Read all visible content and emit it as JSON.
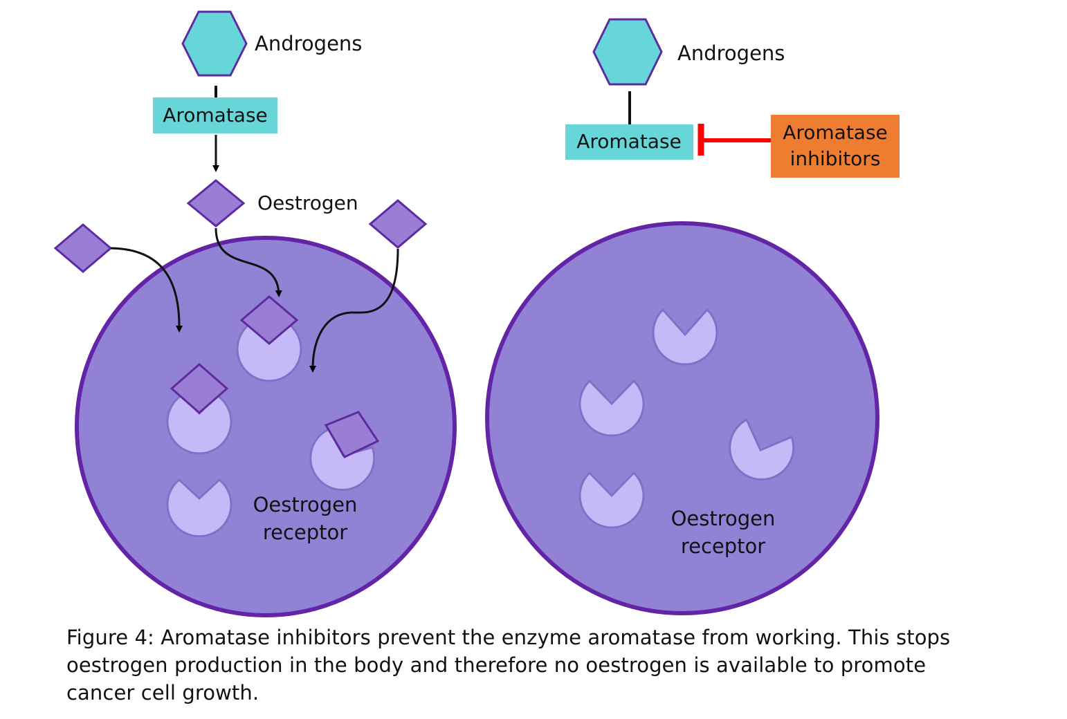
{
  "colors": {
    "cell_fill": "#9282d6",
    "cell_stroke": "#6325a6",
    "receptor_fill": "#c5baf7",
    "receptor_stroke": "#8170c8",
    "oestrogen_fill": "#9a7ed6",
    "oestrogen_stroke": "#5d2aa0",
    "hexagon_fill": "#66d6d8",
    "hexagon_stroke": "#5d2aa0",
    "aromatase_fill": "#66d6d8",
    "inhibitor_fill": "#ef7d31",
    "inhibition_bar": "#ff0000",
    "arrow": "#000000"
  },
  "left_panel": {
    "androgens_label": "Androgens",
    "aromatase_label": "Aromatase",
    "oestrogen_label": "Oestrogen",
    "receptor_label_line1": "Oestrogen",
    "receptor_label_line2": "receptor"
  },
  "right_panel": {
    "androgens_label": "Androgens",
    "aromatase_label": "Aromatase",
    "inhibitor_label_line1": "Aromatase",
    "inhibitor_label_line2": "inhibitors",
    "receptor_label_line1": "Oestrogen",
    "receptor_label_line2": "receptor"
  },
  "caption": {
    "line1": "Figure 4: Aromatase inhibitors prevent the enzyme aromatase from working. This stops",
    "line2": "oestrogen production in the body and therefore no oestrogen is available to promote",
    "line3": "cancer cell growth."
  }
}
